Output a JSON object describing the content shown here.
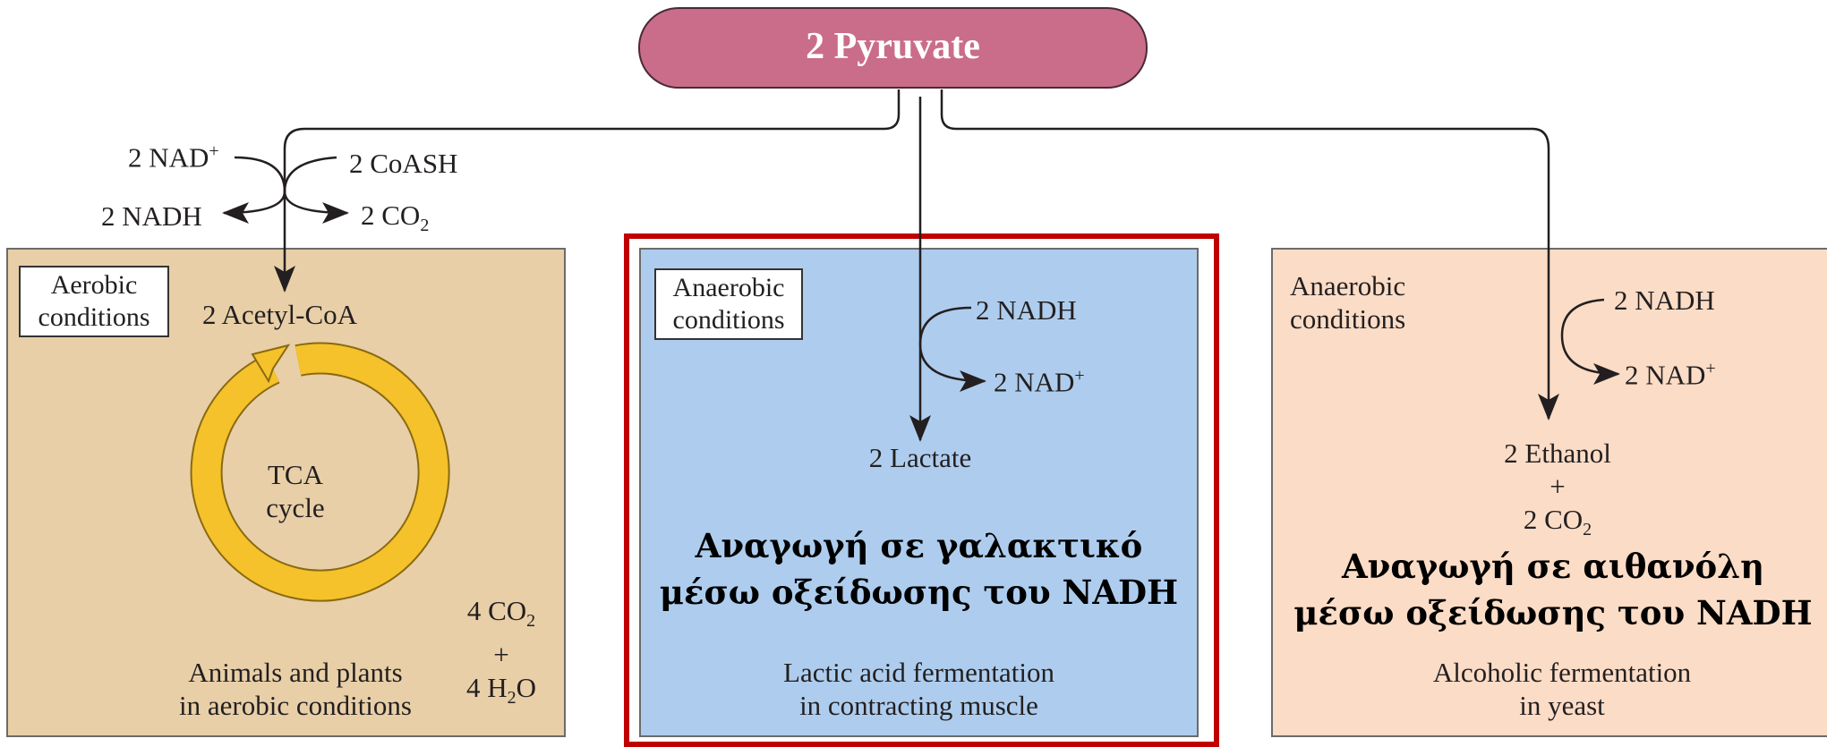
{
  "source": {
    "label": "2 Pyruvate",
    "color": "#c96d8a"
  },
  "aerobic": {
    "bg": "#e8cfa7",
    "tag_line1": "Aerobic",
    "tag_line2": "conditions",
    "in_left": "2 NAD",
    "in_left_sup": "+",
    "out_left": "2 NADH",
    "in_right": "2 CoASH",
    "out_right": "2 CO",
    "out_right_sub": "2",
    "product": "2 Acetyl-CoA",
    "cycle_line1": "TCA",
    "cycle_line2": "cycle",
    "cycle_color": "#f5c22b",
    "end_co2": "4 CO",
    "end_co2_sub": "2",
    "end_plus": "+",
    "end_h2o_a": "4 H",
    "end_h2o_sub": "2",
    "end_h2o_b": "O",
    "caption_line1": "Animals and plants",
    "caption_line2": "in aerobic conditions"
  },
  "lactic": {
    "bg": "#aecdee",
    "highlight": "#c00000",
    "tag_line1": "Anaerobic",
    "tag_line2": "conditions",
    "in": "2 NADH",
    "out": "2 NAD",
    "out_sup": "+",
    "product": "2 Lactate",
    "note_line1": "Αναγωγή σε γαλακτικό",
    "note_line2": "μέσω οξείδωσης του NADH",
    "caption_line1": "Lactic acid fermentation",
    "caption_line2": "in contracting muscle"
  },
  "alcoholic": {
    "bg": "#fbdcc6",
    "tag_line1": "Anaerobic",
    "tag_line2": "conditions",
    "in": "2 NADH",
    "out": "2 NAD",
    "out_sup": "+",
    "product1": "2 Ethanol",
    "plus": "+",
    "product2": "2 CO",
    "product2_sub": "2",
    "note_line1": "Αναγωγή σε αιθανόλη",
    "note_line2": "μέσω οξείδωσης του NADH",
    "caption_line1": "Alcoholic fermentation",
    "caption_line2": "in yeast"
  }
}
